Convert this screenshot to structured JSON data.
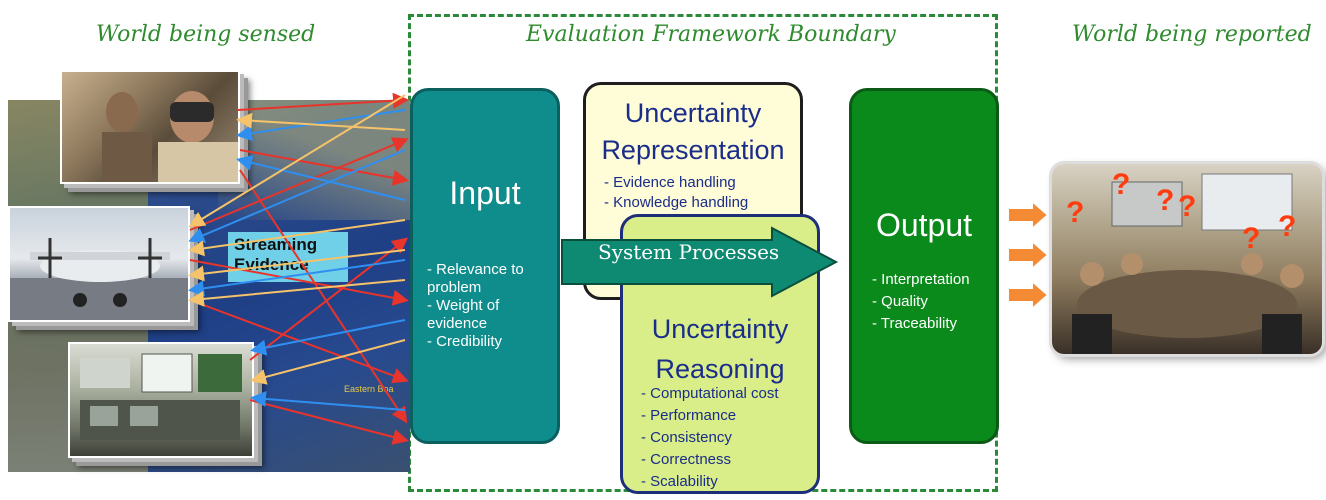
{
  "headers": {
    "left": "World being sensed",
    "middle": "Evaluation Framework Boundary",
    "right": "World being reported"
  },
  "streaming_evidence": [
    "Streaming",
    "Evidence"
  ],
  "map_label": "Eastern Boa",
  "input": {
    "title": "Input",
    "items": [
      "- Relevance to problem",
      "- Weight of evidence",
      "- Credibility"
    ]
  },
  "uncertainty_representation": {
    "title_lines": [
      "Uncertainty",
      "Representation"
    ],
    "items": [
      "- Evidence handling",
      "- Knowledge handling"
    ]
  },
  "uncertainty_reasoning": {
    "title_lines": [
      "Uncertainty",
      "Reasoning"
    ],
    "items": [
      "- Computational cost",
      "- Performance",
      "- Consistency",
      "- Correctness",
      "- Scalability"
    ]
  },
  "system_processes": "System Processes",
  "output": {
    "title": "Output",
    "items": [
      "- Interpretation",
      "- Quality",
      "- Traceability"
    ]
  },
  "colors": {
    "header_green": "#2e8b2e",
    "input_teal": "#0f8c8c",
    "output_green": "#0b8a1c",
    "representation_fill": "#fffcd8",
    "reasoning_fill": "#d9ee88",
    "title_blue": "#1a2d8a",
    "question_mark_red": "#ff3c10"
  }
}
